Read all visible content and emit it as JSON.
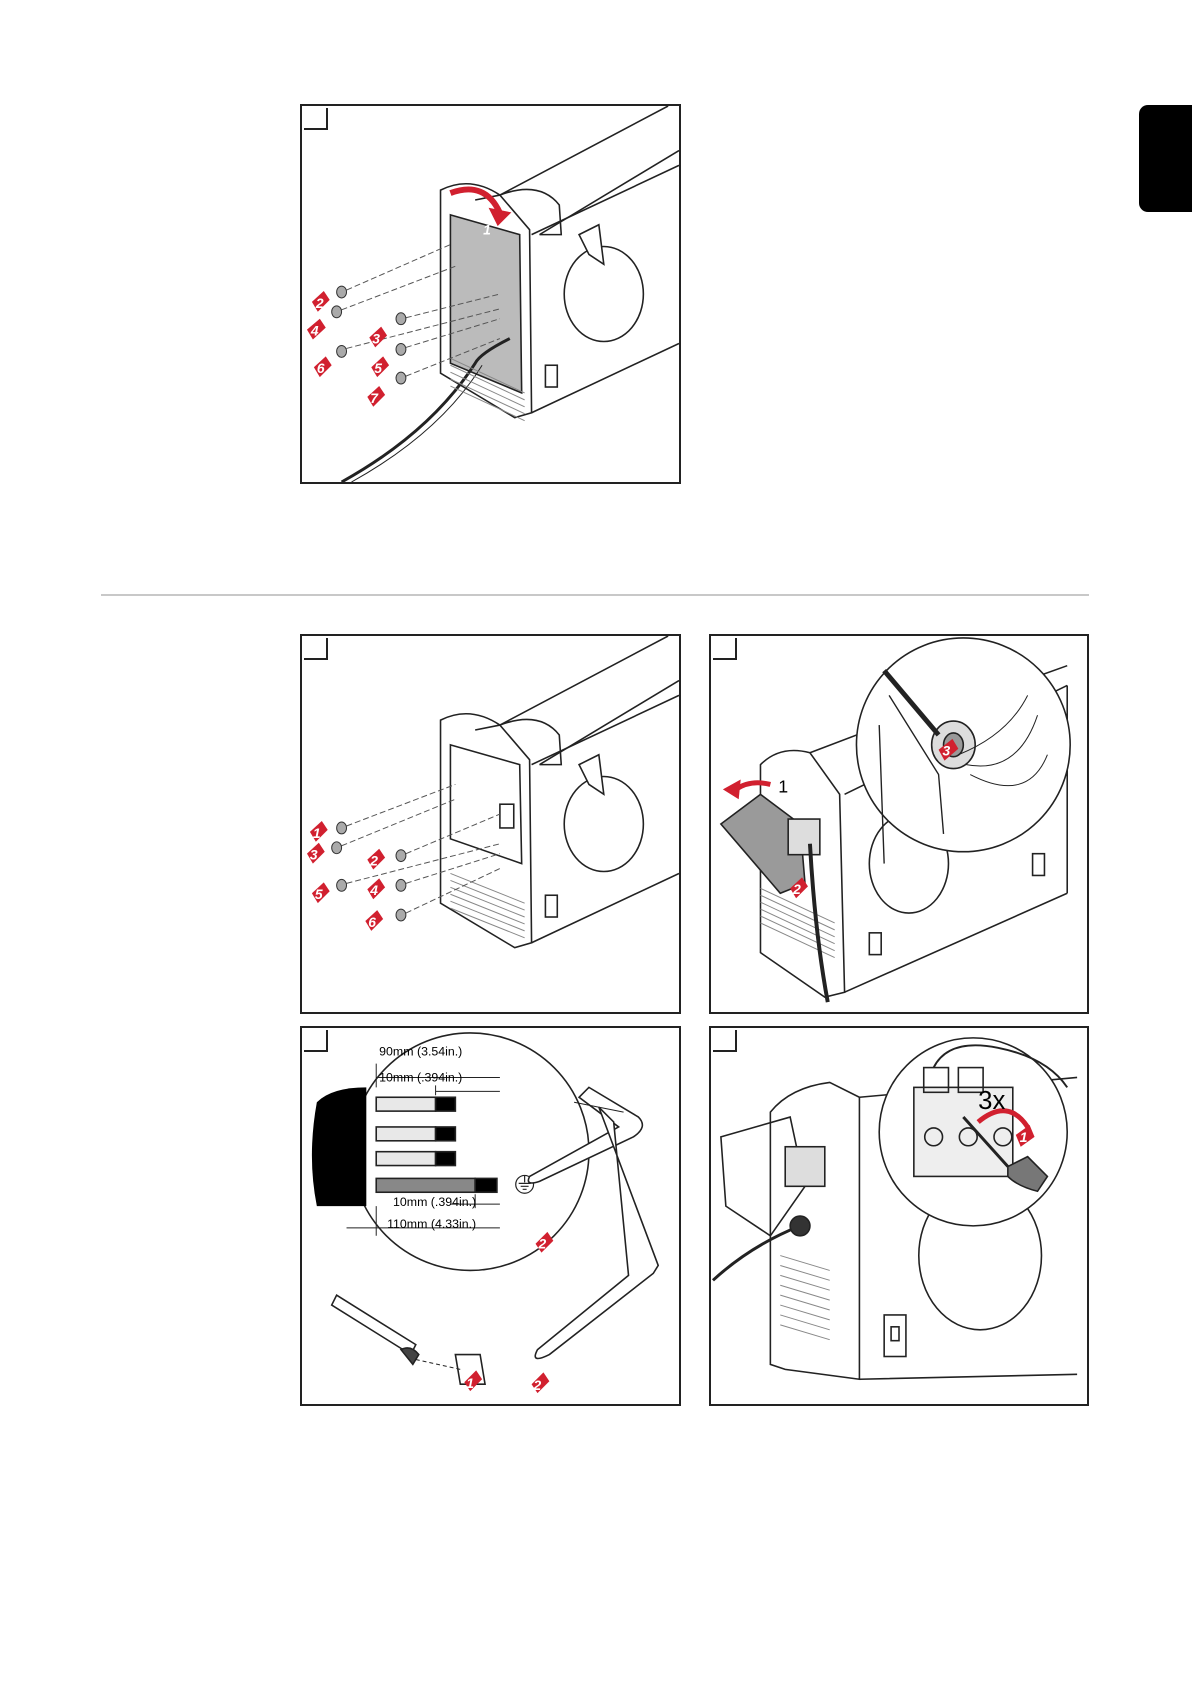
{
  "page": {
    "accent_color": "#d1202f",
    "edge_tab_color": "#000000"
  },
  "figure1": {
    "marks": [
      "1",
      "2",
      "3",
      "4",
      "5",
      "6",
      "7"
    ]
  },
  "figure2": {
    "marks": [
      "1",
      "2",
      "3",
      "4",
      "5",
      "6"
    ]
  },
  "figure3": {
    "marks": [
      "1",
      "2",
      "3"
    ]
  },
  "figure4": {
    "dim_90": "90mm (3.54in.)",
    "dim_10_top": "10mm (.394in.)",
    "dim_10_bottom": "10mm (.394in.)",
    "dim_110": "110mm (4.33in.)",
    "marks": [
      "2",
      "1",
      "2"
    ],
    "ground_symbol": "protective-earth-icon"
  },
  "figure5": {
    "repeat_label": "3x",
    "marks": [
      "1"
    ]
  }
}
